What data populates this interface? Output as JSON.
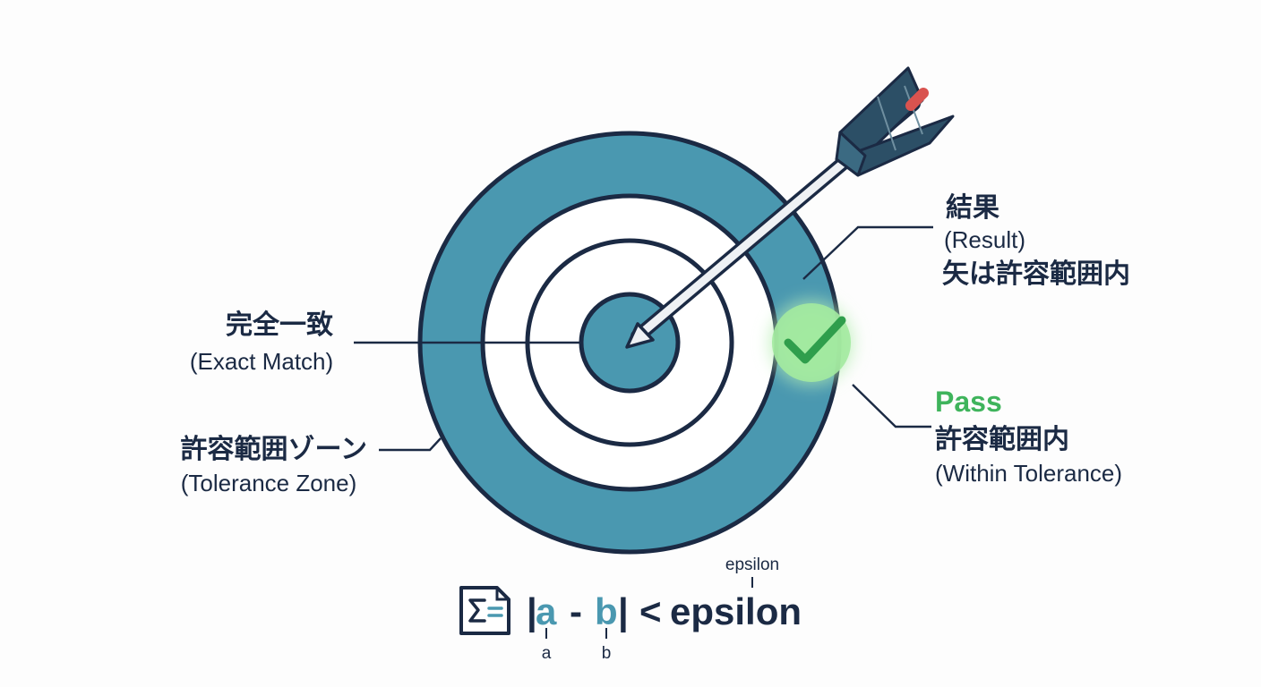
{
  "labels": {
    "exact_match_jp": "完全一致",
    "exact_match_en": "(Exact Match)",
    "tolerance_zone_jp": "許容範囲ゾーン",
    "tolerance_zone_en": "(Tolerance Zone)",
    "result_jp": "結果",
    "result_en": "(Result)",
    "result_desc_jp": "矢は許容範囲内",
    "pass_title": "Pass",
    "pass_jp": "許容範囲内",
    "pass_en": "(Within Tolerance)"
  },
  "formula": {
    "bar_left": "|",
    "var_a": "a",
    "minus": "-",
    "var_b": "b",
    "bar_right": "|",
    "less_than": "<",
    "epsilon": "epsilon",
    "annot_a": "a",
    "annot_b": "b",
    "annot_epsilon": "epsilon"
  },
  "icons": {
    "formula": "sigma-formula-icon",
    "check": "check-icon",
    "arrow": "arrow"
  },
  "colors": {
    "ring": "#4a98b0",
    "outline": "#1b2a44",
    "pass": "#3fb45c",
    "glow": "#9ee79a",
    "fletching": "#2c4f66",
    "arrow_tip": "#d9534f"
  }
}
